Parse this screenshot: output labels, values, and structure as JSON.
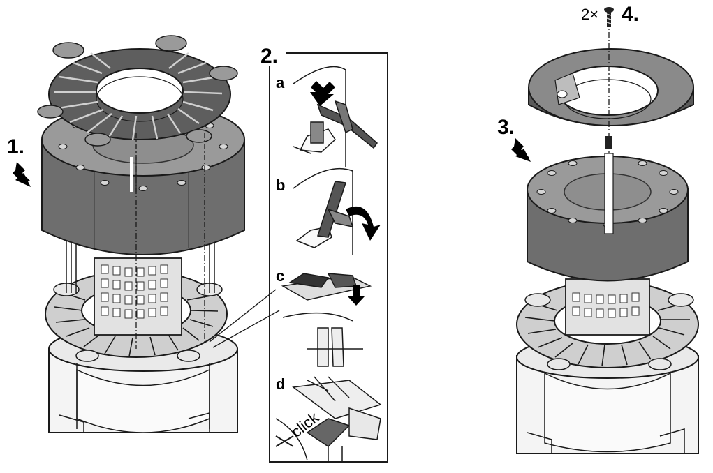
{
  "labels": {
    "step1": "1.",
    "step2": "2.",
    "step3": "3.",
    "step4": "4.",
    "sub_a": "a",
    "sub_b": "b",
    "sub_c": "c",
    "sub_d": "d",
    "click_text": "click",
    "screw_quantity": "2×"
  },
  "icons": {
    "down_arrow": "down-arrow-icon",
    "curved_arrow": "curved-arrow-icon",
    "screw": "screw-icon"
  },
  "colors": {
    "part_dark": "#6e6e6e",
    "part_mid": "#9a9a9a",
    "part_light": "#e6e6e6",
    "outline": "#1a1a1a"
  }
}
